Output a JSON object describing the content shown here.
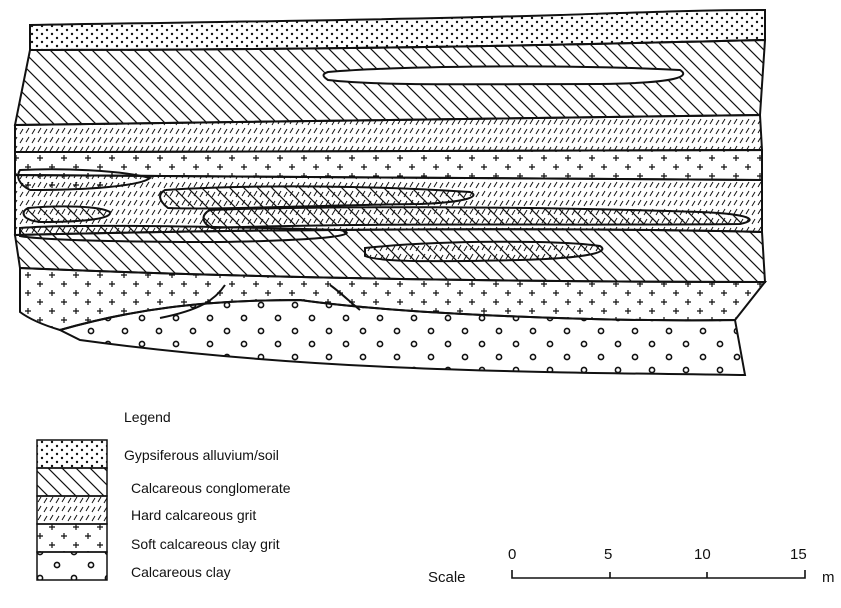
{
  "legend": {
    "title": "Legend",
    "items": [
      {
        "label": "Gypsiferous alluvium/soil",
        "pattern": "dots-icon"
      },
      {
        "label": "Calcareous conglomerate",
        "pattern": "diagonal-hatch-icon"
      },
      {
        "label": "Hard calcareous grit",
        "pattern": "dashes-icon"
      },
      {
        "label": "Soft calcareous clay grit",
        "pattern": "crosses-icon"
      },
      {
        "label": "Calcareous clay",
        "pattern": "circles-icon"
      }
    ]
  },
  "scale": {
    "label": "Scale",
    "ticks": [
      "0",
      "5",
      "10",
      "15"
    ],
    "unit": "m"
  },
  "colors": {
    "ink": "#111111",
    "paper": "#ffffff"
  }
}
